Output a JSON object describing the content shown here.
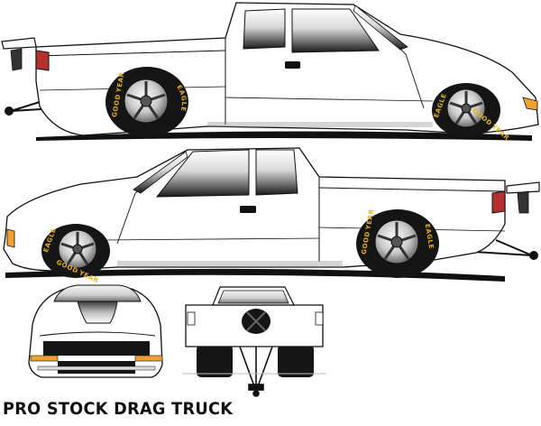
{
  "caption": {
    "title": "PRO STOCK DRAG TRUCK"
  },
  "tire": {
    "brand": "GOOD YEAR",
    "model": "EAGLE"
  },
  "colors": {
    "outline": "#111111",
    "body": "#ffffff",
    "tire": "#151515",
    "tire_lettering": "#e8b21a",
    "taillight": "#b4302c",
    "headlight_amber": "#f0a030"
  }
}
